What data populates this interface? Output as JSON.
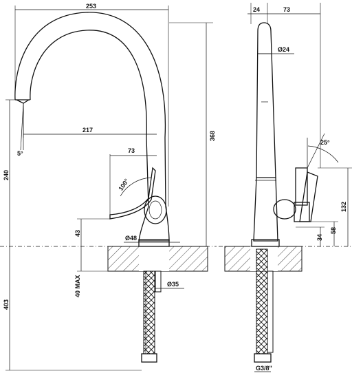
{
  "dimensions": {
    "front": {
      "overall_width": "253",
      "spout_reach": "217",
      "lever_offset": "73",
      "spout_height": "240",
      "total_height": "368",
      "lever_angle": "100°",
      "tilt_angle": "5°",
      "base_diameter": "Ø48",
      "base_height": "43",
      "deck_thickness": "40 MAX",
      "below_deck": "403",
      "shank_diameter": "Ø35"
    },
    "side": {
      "body_depth": "24",
      "lever_depth": "73",
      "spout_diameter": "Ø24",
      "lever_angle": "25°",
      "lever_height": "132",
      "lever_base": "58",
      "lever_pivot": "34",
      "thread": "G3/8\""
    }
  },
  "colors": {
    "line": "#111111",
    "hatch": "#111111",
    "background": "#ffffff"
  }
}
